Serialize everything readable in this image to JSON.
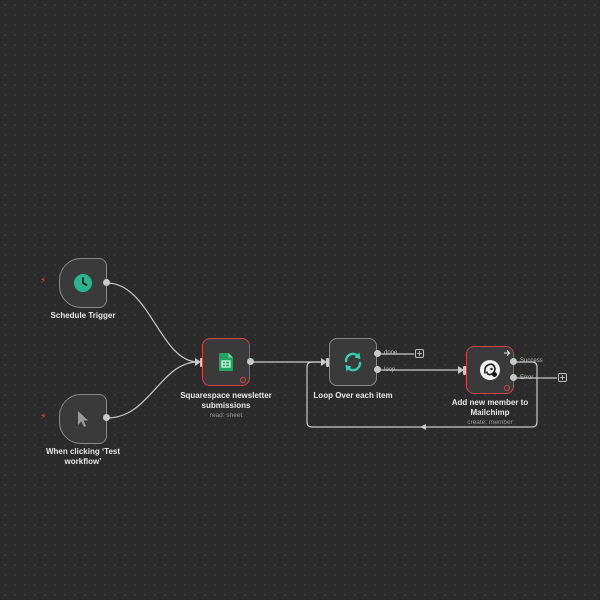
{
  "nodes": {
    "schedule": {
      "label": "Schedule Trigger",
      "icon": "clock-icon"
    },
    "manual": {
      "label_line1": "When clicking ‘Test",
      "label_line2": "workflow’",
      "icon": "cursor-icon"
    },
    "sheets": {
      "label_line1": "Squarespace newsletter",
      "label_line2": "submissions",
      "sublabel": "read: sheet",
      "icon": "google-sheets-icon"
    },
    "loop": {
      "label": "Loop Over each item",
      "icon": "loop-icon",
      "out_done": "done",
      "out_loop": "loop"
    },
    "mailchimp": {
      "label_line1": "Add new member to",
      "label_line2": "Mailchimp",
      "sublabel": "create: member",
      "icon": "mailchimp-icon",
      "out_success": "Success",
      "out_error": "Error"
    }
  },
  "plus_symbol": "+",
  "trigger_symbol": "⚡",
  "colors": {
    "canvas": "#2b2b2b",
    "node_bg": "#3a3a3a",
    "node_border": "#8a8a8a",
    "error_border": "#d4444c",
    "edge": "#c9c9c9",
    "clock": "#2bb58f",
    "sheets": "#1fa463",
    "loop": "#33d1b3",
    "bolt": "#e8573f"
  }
}
